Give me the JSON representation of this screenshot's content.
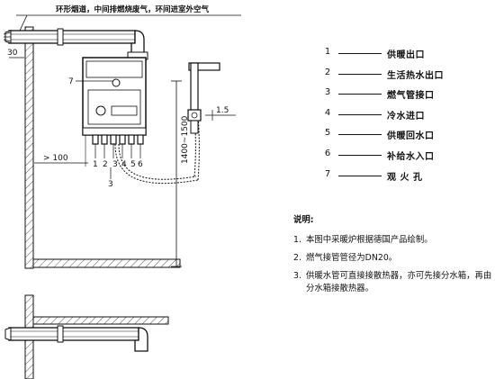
{
  "top_caption": "环形烟道，中间排燃烧废气，环间进室外空气",
  "dimensions": {
    "wall_gap": "30",
    "clearance": "> 100",
    "height": "1400~1500",
    "slope": "1.5"
  },
  "callouts": {
    "sight_hole_index": "7",
    "connection_indices": [
      "1",
      "2",
      "3",
      "4",
      "5",
      "6"
    ],
    "lower_index": "3"
  },
  "legend": [
    {
      "num": "1",
      "label": "供暖出口"
    },
    {
      "num": "2",
      "label": "生活热水出口"
    },
    {
      "num": "3",
      "label": "燃气管接口"
    },
    {
      "num": "4",
      "label": "冷水进口"
    },
    {
      "num": "5",
      "label": "供暖回水口"
    },
    {
      "num": "6",
      "label": "补给水入口"
    },
    {
      "num": "7",
      "label": "观 火 孔"
    }
  ],
  "notes": {
    "heading": "说明:",
    "items": [
      {
        "idx": "1.",
        "text": "本图中采暖炉根据德国产品绘制。"
      },
      {
        "idx": "2.",
        "text": "燃气接管管径为DN20。"
      },
      {
        "idx": "3.",
        "text": "供暖水管可直接接散热器，亦可先接分水箱，再由分水箱接散热器。"
      }
    ]
  }
}
